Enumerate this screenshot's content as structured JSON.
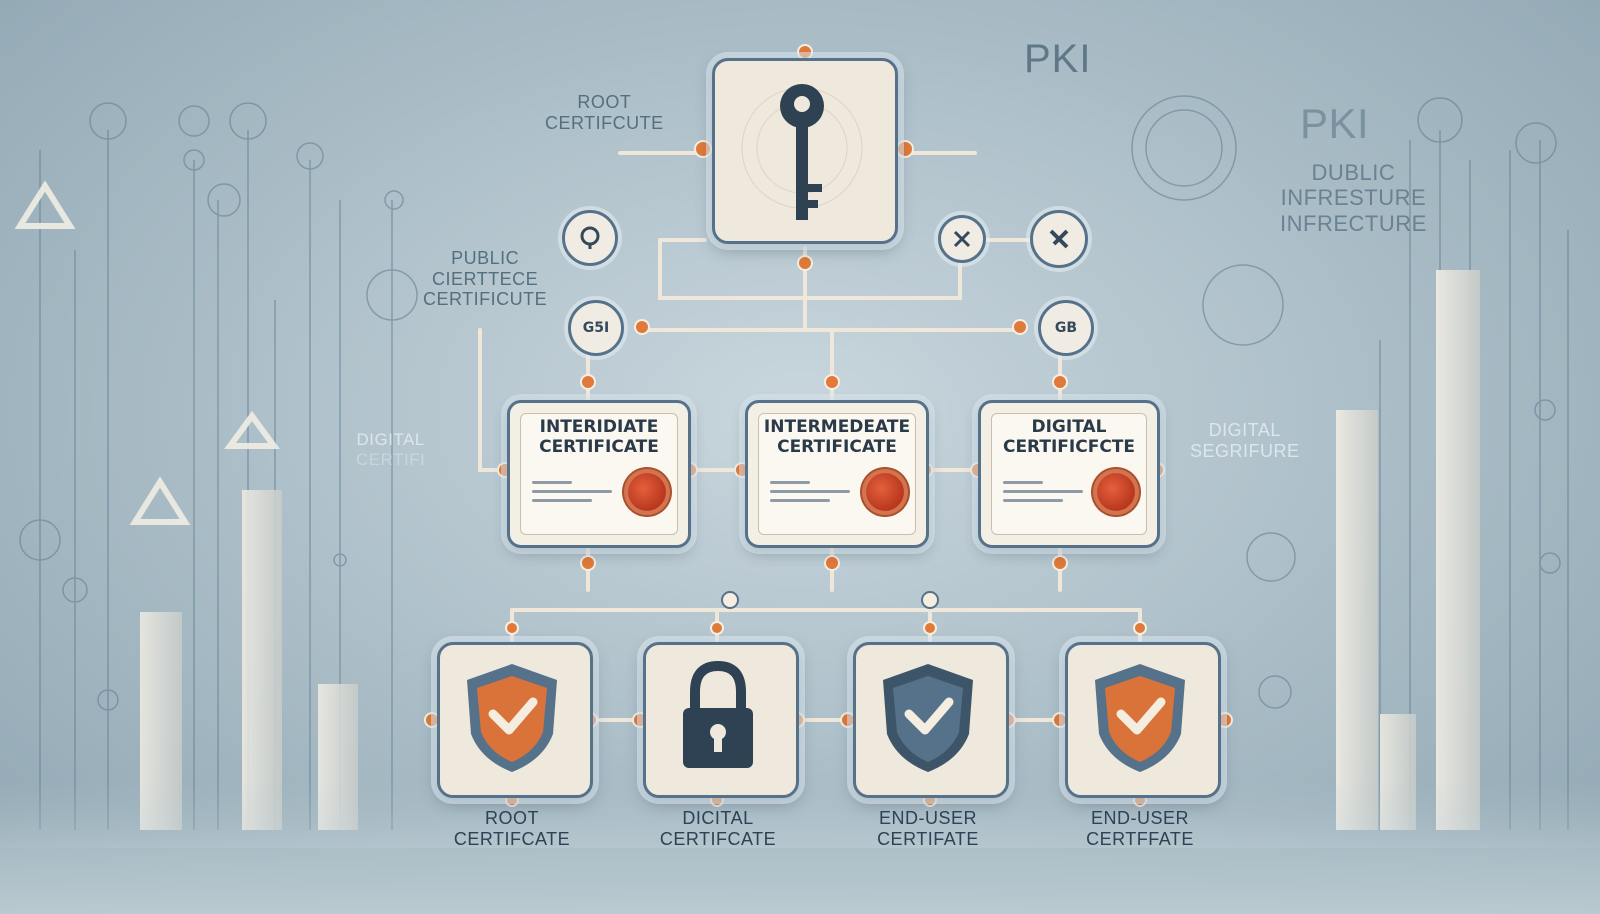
{
  "header": {
    "pki_top": "PKI",
    "pki_right": "PKI",
    "right_subtitle_line1": "DUBLIC",
    "right_subtitle_line2": "INFRESTURE",
    "right_subtitle_line3": "INFRECTURE"
  },
  "side_labels": {
    "root_certificate_line1": "ROOT",
    "root_certificate_line2": "CERTIFCUTE",
    "public_line1": "PUBLIC",
    "public_line2": "CIERTTECE",
    "public_line3": "CERTIFICUTE",
    "digital_left_line1": "DIGITAL",
    "digital_left_line2": "CERTIFI",
    "digital_right_line1": "DIGITAL",
    "digital_right_line2": "SEGRIFURE"
  },
  "nodes": {
    "left_mid": "G5I",
    "right_mid": "GB"
  },
  "intermediate_certs": [
    {
      "title_line1": "INTERIDIATE",
      "title_line2": "CERTIFICATE"
    },
    {
      "title_line1": "INTERMEDEATE",
      "title_line2": "CERTIFICATE"
    },
    {
      "title_line1": "DIGITAL",
      "title_line2": "CERTIFICFCTE"
    }
  ],
  "bottom_items": [
    {
      "icon": "shield-check-icon",
      "label_line1": "ROOT",
      "label_line2": "CERTIFCATE"
    },
    {
      "icon": "padlock-icon",
      "label_line1": "DICITAL",
      "label_line2": "CERTIFCATE"
    },
    {
      "icon": "shield-check-icon",
      "label_line1": "END-USER",
      "label_line2": "CERTIFATE"
    },
    {
      "icon": "shield-check-icon",
      "label_line1": "END-USER",
      "label_line2": "CERTFFATE"
    }
  ],
  "colors": {
    "background": "#a9bcc6",
    "card_border": "#56728a",
    "card_fill": "#efe8dc",
    "accent_orange": "#e07a3a",
    "seal_red": "#c0391f"
  }
}
